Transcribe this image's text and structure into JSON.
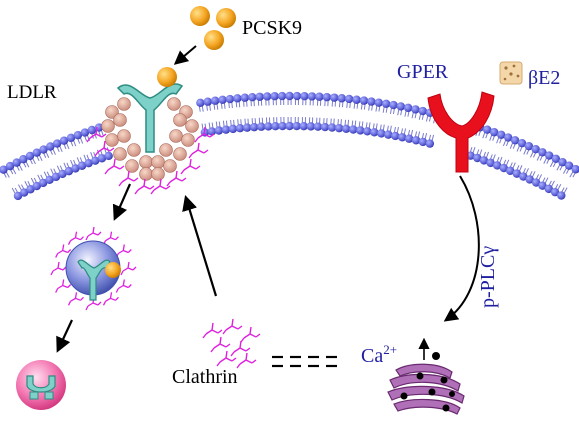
{
  "labels": {
    "pcsk9": "PCSK9",
    "ldlr": "LDLR",
    "gper": "GPER",
    "be2": "βE2",
    "pplc": "p-PLCγ",
    "calcium_base": "Ca",
    "calcium_sup": "2+",
    "clathrin": "Clathrin"
  },
  "colors": {
    "membrane_head": "#5b5fd6",
    "membrane_head_edge": "#2f33a8",
    "membrane_tail": "#8a8cd8",
    "ldlr_receptor": "#7ed1c9",
    "ldlr_receptor_edge": "#2e8c83",
    "pcsk9": "#f5a623",
    "gper_receptor": "#e8101c",
    "blue_text": "#1f1fa0",
    "clathrin": "#e020e0",
    "clathrin_ball": "#e8b49c",
    "endosome": "#6070c8",
    "lysosome": "#f060a0",
    "golgi": "#a040a0",
    "arrow": "#000000"
  }
}
